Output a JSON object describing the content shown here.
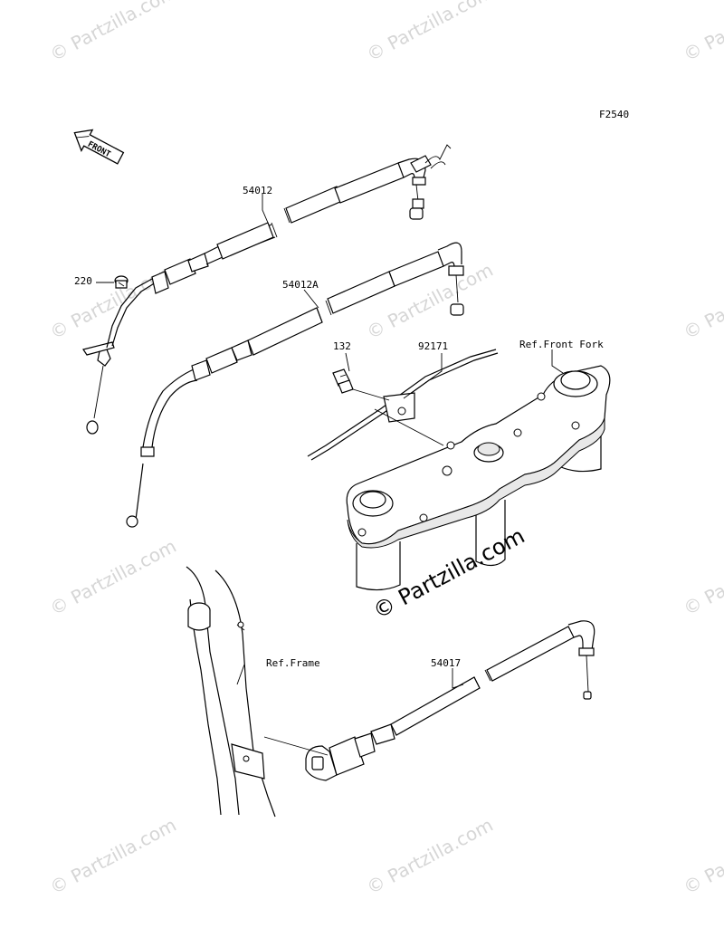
{
  "figure_id": "F2540",
  "direction_arrow": "FRONT",
  "labels": {
    "p220": "220",
    "p54012": "54012",
    "p54012a": "54012A",
    "p132": "132",
    "p92171": "92171",
    "ref_front_fork": "Ref.Front Fork",
    "ref_frame": "Ref.Frame",
    "p54017": "54017"
  },
  "watermark": {
    "text": "© Partzilla.com",
    "main": "© Partzilla.com"
  },
  "colors": {
    "line": "#000000",
    "watermark": "#d6d6d6",
    "background": "#ffffff"
  }
}
